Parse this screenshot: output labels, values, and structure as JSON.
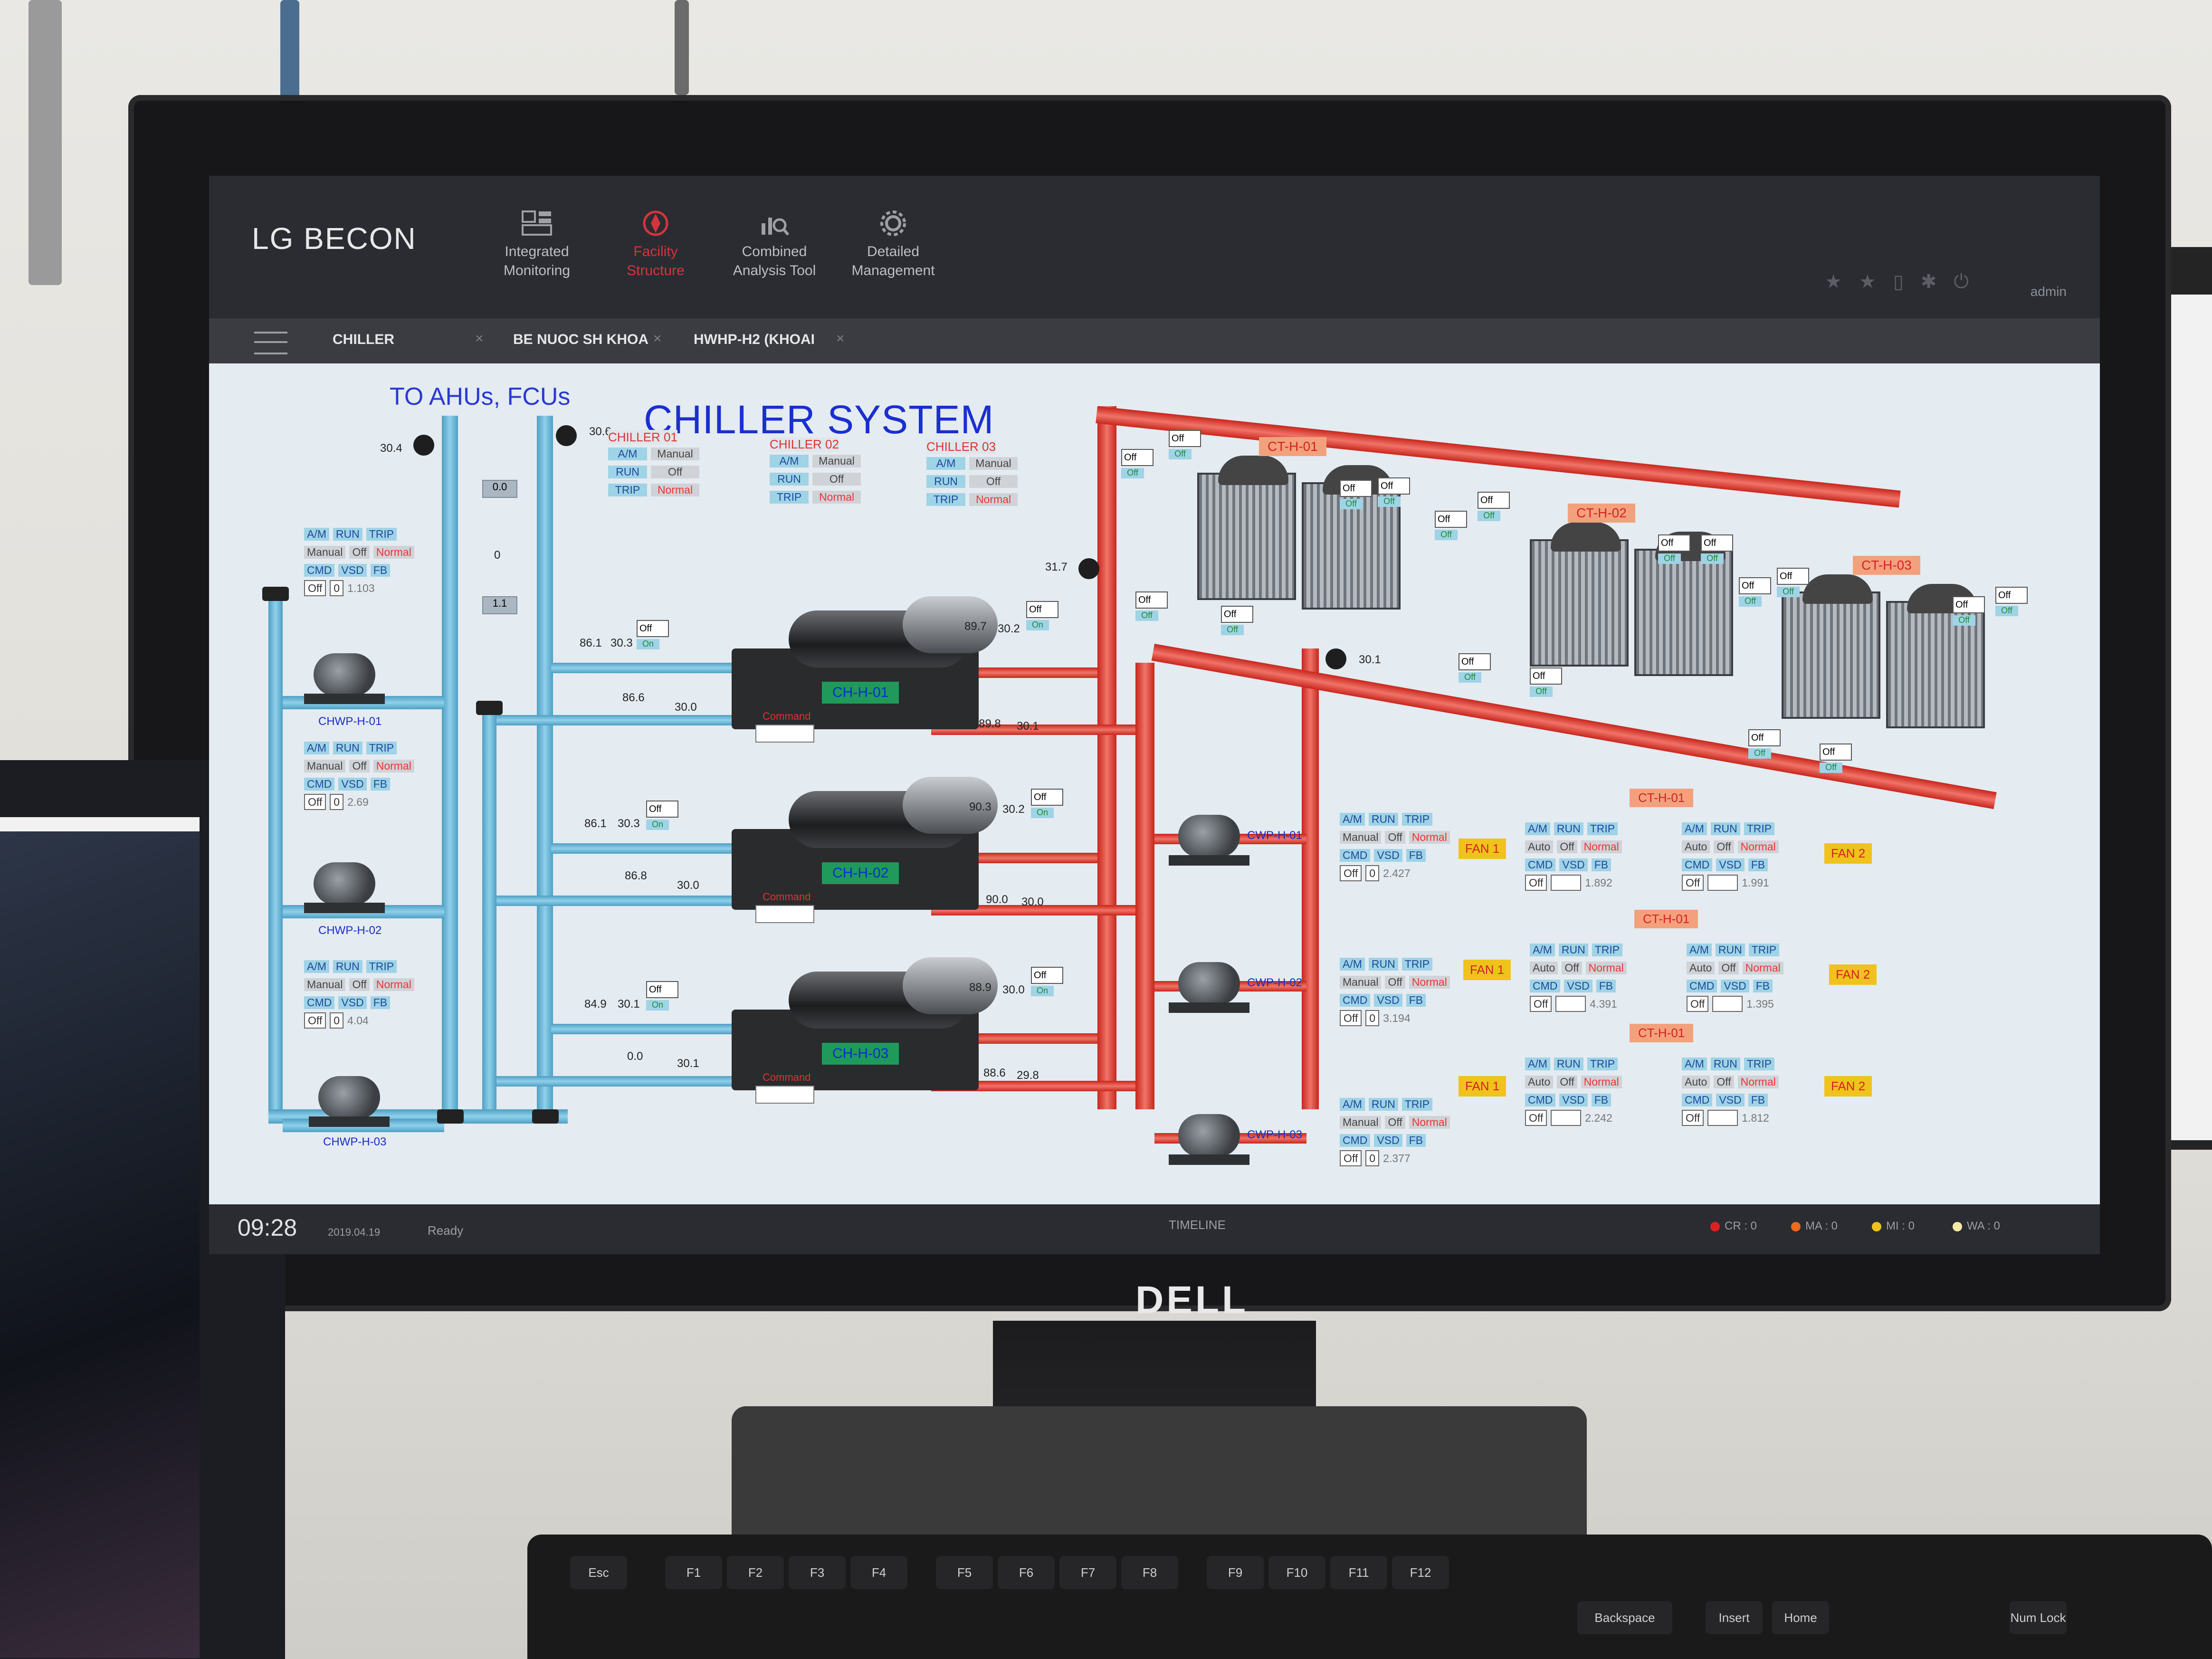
{
  "app": {
    "brand": "LG BECON",
    "nav": [
      {
        "label": "Integrated\nMonitoring",
        "icon": "monitoring-icon",
        "active": false
      },
      {
        "label": "Facility\nStructure",
        "icon": "facility-structure-icon",
        "active": true
      },
      {
        "label": "Combined\nAnalysis Tool",
        "icon": "analysis-icon",
        "active": false
      },
      {
        "label": "Detailed\nManagement",
        "icon": "gear-icon",
        "active": false
      }
    ],
    "user": "admin",
    "tabs": [
      "CHILLER",
      "BE NUOC SH KHOA",
      "HWHP-H2 (KHOAI"
    ],
    "accent_color": "#d6343c"
  },
  "diagram": {
    "title": "CHILLER SYSTEM",
    "to_ahu": "TO AHUs, FCUs",
    "header_readings": {
      "left": "30.4",
      "right": "30.6",
      "valve_top": "0.0",
      "valve_mid": "0",
      "valve_box": "1.1"
    },
    "chillers": [
      {
        "header": "CHILLER 01",
        "am": "Manual",
        "run": "Off",
        "trip": "Normal",
        "tag": "CH-H-01",
        "command": "Command",
        "evap_in": "86.1",
        "evap_temp": "30.3",
        "evap_out": "86.6",
        "evap_out_temp": "30.0",
        "cond_in": "89.7",
        "cond_temp": "30.2",
        "cond_out": "89.8",
        "cond_out_temp": "30.1",
        "valve1": "Off",
        "valve1_state": "On",
        "valve2": "Off",
        "valve2_state": "On"
      },
      {
        "header": "CHILLER 02",
        "am": "Manual",
        "run": "Off",
        "trip": "Normal",
        "tag": "CH-H-02",
        "command": "Command",
        "evap_in": "86.1",
        "evap_temp": "30.3",
        "evap_out": "86.8",
        "evap_out_temp": "30.0",
        "cond_in": "90.3",
        "cond_temp": "30.2",
        "cond_out": "90.0",
        "cond_out_temp": "30.0",
        "valve1": "Off",
        "valve1_state": "On",
        "valve2": "Off",
        "valve2_state": "On"
      },
      {
        "header": "CHILLER 03",
        "am": "Manual",
        "run": "Off",
        "trip": "Normal",
        "tag": "CH-H-03",
        "command": "Command",
        "evap_in": "84.9",
        "evap_temp": "30.1",
        "evap_out": "0.0",
        "evap_out_temp": "30.1",
        "cond_in": "88.9",
        "cond_temp": "30.0",
        "cond_out": "88.6",
        "cond_out_temp": "29.8",
        "valve1": "Off",
        "valve1_state": "On",
        "valve2": "Off",
        "valve2_state": "On"
      }
    ],
    "chiller_labels": {
      "am": "A/M",
      "run": "RUN",
      "trip": "TRIP"
    },
    "chw_pumps": [
      {
        "name": "CHWP-H-01",
        "am": "Manual",
        "run": "Off",
        "trip": "Normal",
        "cmd": "Off",
        "vsd": "0",
        "fb": "1.103"
      },
      {
        "name": "CHWP-H-02",
        "am": "Manual",
        "run": "Off",
        "trip": "Normal",
        "cmd": "Off",
        "vsd": "0",
        "fb": "2.69"
      },
      {
        "name": "CHWP-H-03",
        "am": "Manual",
        "run": "Off",
        "trip": "Normal",
        "cmd": "Off",
        "vsd": "0",
        "fb": "4.04"
      }
    ],
    "cw_pumps": [
      {
        "name": "CWP-H-01",
        "am": "Manual",
        "run": "Off",
        "trip": "Normal",
        "cmd": "Off",
        "vsd": "0",
        "fb": "2.427"
      },
      {
        "name": "CWP-H-02",
        "am": "Manual",
        "run": "Off",
        "trip": "Normal",
        "cmd": "Off",
        "vsd": "0",
        "fb": "3.194"
      },
      {
        "name": "CWP-H-03",
        "am": "Manual",
        "run": "Off",
        "trip": "Normal",
        "cmd": "Off",
        "vsd": "0",
        "fb": "2.377"
      }
    ],
    "pump_labels": {
      "am": "A/M",
      "run": "RUN",
      "trip": "TRIP",
      "cmd": "CMD",
      "vsd": "VSD",
      "fb": "FB"
    },
    "cooling_towers": [
      {
        "tag": "CT-H-01"
      },
      {
        "tag": "CT-H-02"
      },
      {
        "tag": "CT-H-03"
      }
    ],
    "ct_valve": {
      "value": "Off",
      "state": "Off"
    },
    "ct_fan_panels": [
      {
        "header": "CT-H-01",
        "fan1": {
          "label": "FAN 1",
          "am": "Auto",
          "run": "Off",
          "trip": "Normal",
          "cmd": "Off",
          "fb": "1.892"
        },
        "fan2": {
          "label": "FAN 2",
          "am": "Auto",
          "run": "Off",
          "trip": "Normal",
          "cmd": "Off",
          "fb": "1.991"
        }
      },
      {
        "header": "CT-H-01",
        "fan1": {
          "label": "FAN 1",
          "am": "Auto",
          "run": "Off",
          "trip": "Normal",
          "cmd": "Off",
          "fb": "4.391"
        },
        "fan2": {
          "label": "FAN 2",
          "am": "Auto",
          "run": "Off",
          "trip": "Normal",
          "cmd": "Off",
          "fb": "1.395"
        }
      },
      {
        "header": "CT-H-01",
        "fan1": {
          "label": "FAN 1",
          "am": "Auto",
          "run": "Off",
          "trip": "Normal",
          "cmd": "Off",
          "fb": "2.242"
        },
        "fan2": {
          "label": "FAN 2",
          "am": "Auto",
          "run": "Off",
          "trip": "Normal",
          "cmd": "Off",
          "fb": "1.812"
        }
      }
    ],
    "red_header_temps": {
      "top": "31.7",
      "bottom": "30.1"
    }
  },
  "statusbar": {
    "time": "09:28",
    "date": "2019.04.19",
    "status": "Ready",
    "timeline": "TIMELINE",
    "alarms": [
      {
        "label": "CR : 0",
        "color": "#e02020"
      },
      {
        "label": "MA : 0",
        "color": "#f06a1a"
      },
      {
        "label": "MI : 0",
        "color": "#f0c21c"
      },
      {
        "label": "WA : 0",
        "color": "#f6e9a6"
      }
    ]
  },
  "hardware": {
    "monitor_brand": "DELL",
    "keyboard_keys": [
      "Esc",
      "F1",
      "F2",
      "F3",
      "F4",
      "F5",
      "F6",
      "F7",
      "F8",
      "F9",
      "F10",
      "F11",
      "F12",
      "Backspace",
      "Insert",
      "Home",
      "Num Lock"
    ]
  }
}
